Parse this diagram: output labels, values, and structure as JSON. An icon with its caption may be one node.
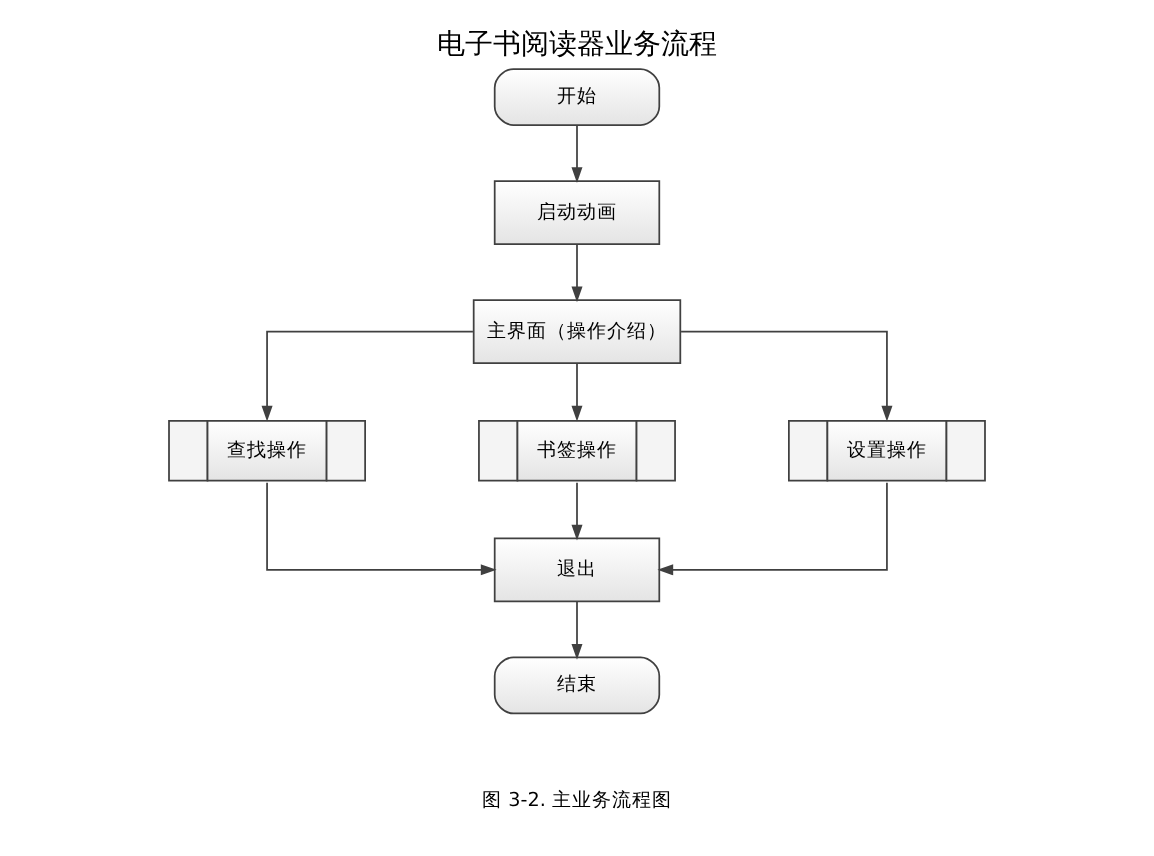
{
  "diagram": {
    "title": "电子书阅读器业务流程",
    "caption": "图 3-2. 主业务流程图",
    "nodes": [
      {
        "text": [
          "开始"
        ]
      },
      {
        "text": [
          "启动动画"
        ]
      },
      {
        "text": [
          "主界面（操作介绍）"
        ]
      },
      {
        "text": [
          "查找操作"
        ]
      },
      {
        "text": [
          "书签操作"
        ]
      },
      {
        "text": [
          "设置操作"
        ]
      },
      {
        "text": [
          "退出"
        ]
      },
      {
        "text": [
          "结束"
        ]
      }
    ],
    "edges": [
      {
        "from": 0,
        "to": 1,
        "arrow": "to"
      },
      {
        "from": 1,
        "to": 2,
        "arrow": "to"
      },
      {
        "from": 2,
        "to": 3,
        "arrow": "to"
      },
      {
        "from": 2,
        "to": 4,
        "arrow": "to"
      },
      {
        "from": 2,
        "to": 5,
        "arrow": "to"
      },
      {
        "from": 3,
        "to": 6,
        "arrow": "to"
      },
      {
        "from": 4,
        "to": 6,
        "arrow": "to"
      },
      {
        "from": 5,
        "to": 6,
        "arrow": "to"
      },
      {
        "from": 6,
        "to": 7,
        "arrow": "to"
      }
    ]
  }
}
